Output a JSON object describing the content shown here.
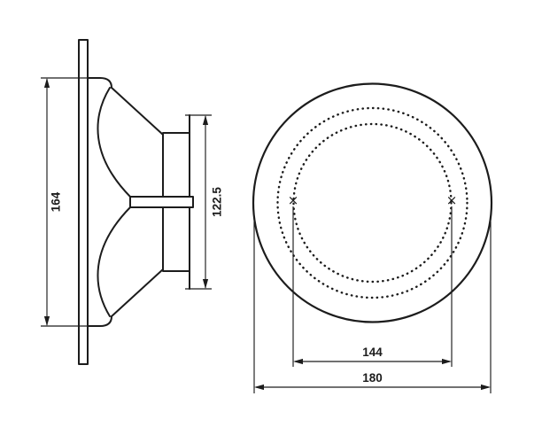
{
  "colors": {
    "ink": "#1c1c1c",
    "background": "#ffffff"
  },
  "views": {
    "side": {
      "dim_outer": "164",
      "dim_inner": "122.5"
    },
    "front": {
      "hole_marker": "×",
      "dim_holes": "144",
      "dim_outer": "180"
    }
  }
}
